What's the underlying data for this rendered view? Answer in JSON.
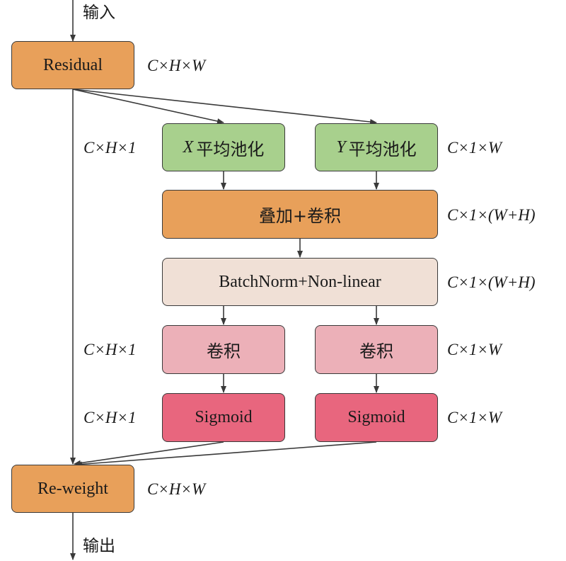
{
  "io": {
    "input": "输入",
    "output": "输出"
  },
  "boxes": {
    "residual": "Residual",
    "x_pool": {
      "var": "X",
      "text": "平均池化"
    },
    "y_pool": {
      "var": "Y",
      "text": "平均池化"
    },
    "concat_conv": "叠加+卷积",
    "bn_nonlinear": "BatchNorm+Non-linear",
    "conv_left": "卷积",
    "conv_right": "卷积",
    "sigmoid_left": "Sigmoid",
    "sigmoid_right": "Sigmoid",
    "reweight": "Re-weight"
  },
  "dims": {
    "residual": "C×H×W",
    "left_branch": "C×H×1",
    "y_pool": "C×1×W",
    "concat_conv": "C×1×(W+H)",
    "bn_nonlinear": "C×1×(W+H)",
    "conv_left": "C×H×1",
    "conv_right": "C×1×W",
    "sigmoid_left": "C×H×1",
    "sigmoid_right": "C×1×W",
    "reweight": "C×H×W"
  },
  "colors": {
    "orange": "#e8a05a",
    "green": "#a8d08d",
    "cream": "#f0e0d6",
    "pink": "#ecb0b8",
    "red": "#e8667e",
    "line": "#3a3a3a"
  }
}
